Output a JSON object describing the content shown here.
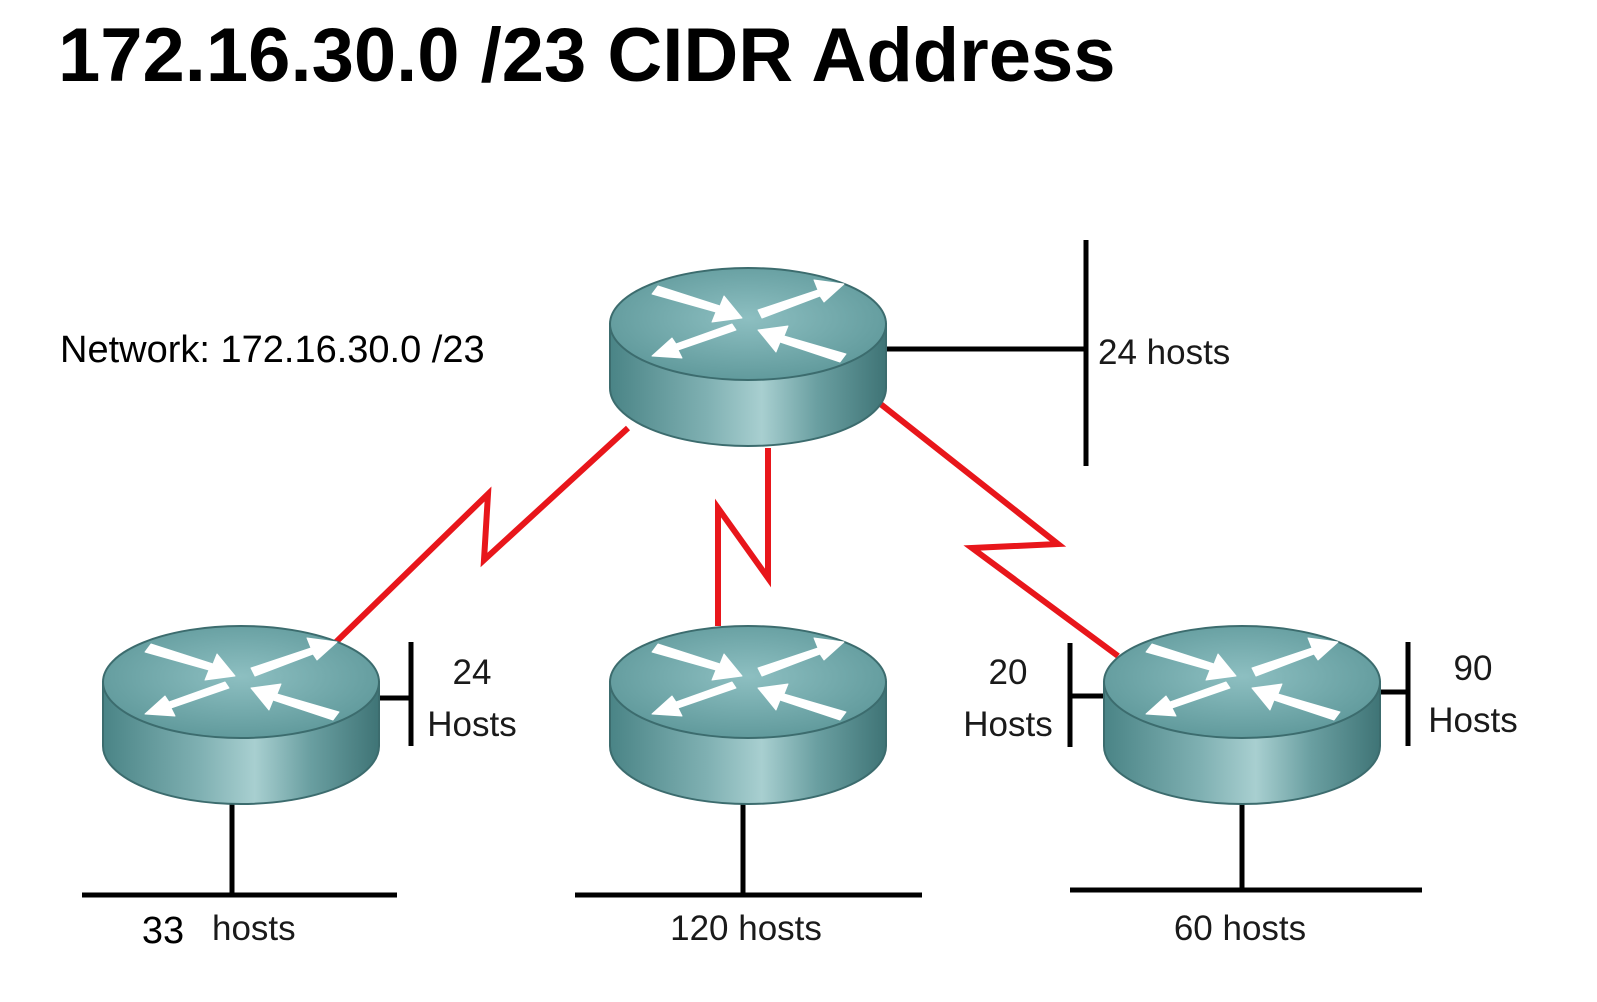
{
  "title": "172.16.30.0 /23 CIDR Address",
  "network_label": "Network: 172.16.30.0 /23",
  "colors": {
    "router_body": "#5f9a9c",
    "router_top": "#7fb3b5",
    "serial_link": "#e8161b",
    "ethernet": "#000000"
  },
  "routers": [
    {
      "name": "top-router"
    },
    {
      "name": "left-router"
    },
    {
      "name": "center-router"
    },
    {
      "name": "right-router"
    }
  ],
  "segments": {
    "top_right": "24 hosts",
    "left_side_count": "24",
    "left_side_unit": "Hosts",
    "left_bottom_count": "33",
    "left_bottom_unit": "hosts",
    "center_bottom": "120 hosts",
    "right_left_count": "20",
    "right_left_unit": "Hosts",
    "right_right_count": "90",
    "right_right_unit": "Hosts",
    "right_bottom": "60 hosts"
  }
}
